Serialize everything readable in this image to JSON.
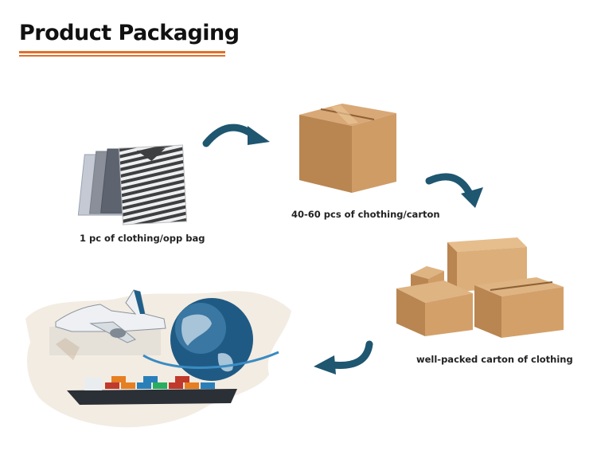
{
  "title": "Product Packaging",
  "steps": [
    {
      "caption": "1 pc of clothing/opp bag",
      "icon": "folded-clothing-in-bags"
    },
    {
      "caption": "40-60 pcs of chothing/carton",
      "icon": "cardboard-box"
    },
    {
      "caption": "well-packed carton of clothing",
      "icon": "stacked-cardboard-boxes"
    },
    {
      "caption": "",
      "icon": "airplane-globe-cargo-ship-world-map"
    }
  ],
  "colors": {
    "accent": "#e0702a",
    "arrow": "#1f5670",
    "cardboard": "#c9955f"
  }
}
